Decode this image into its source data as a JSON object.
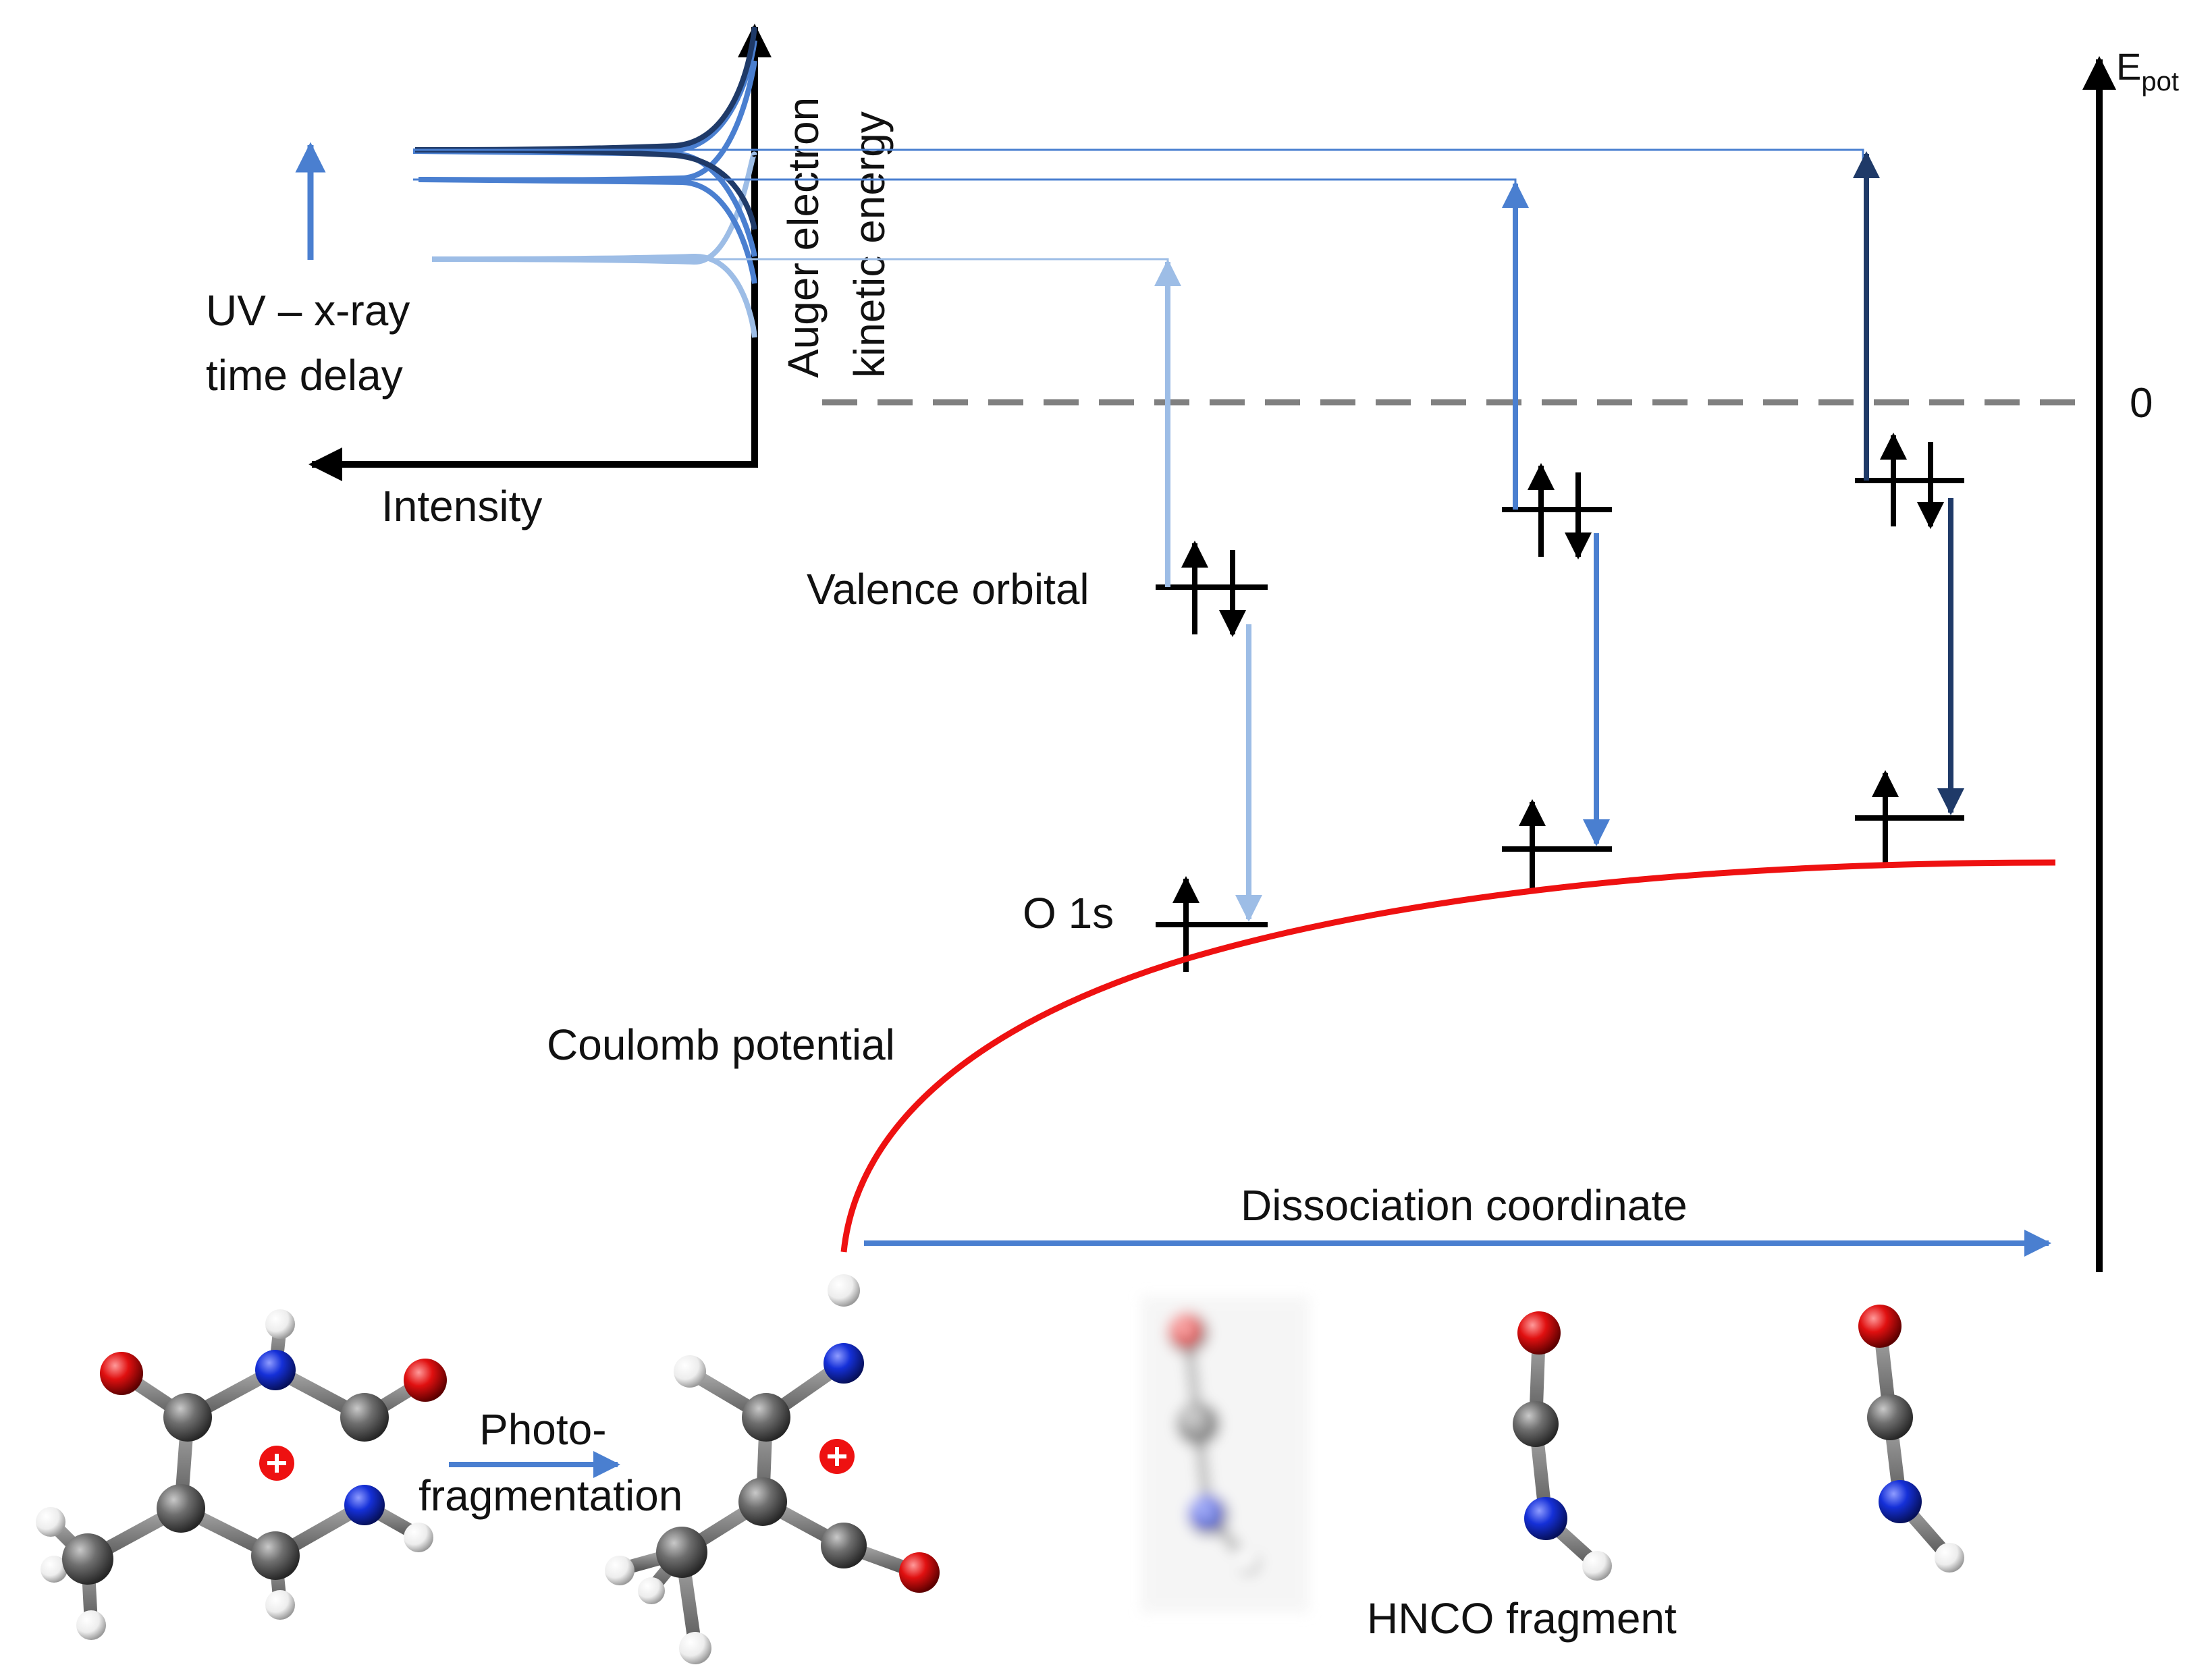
{
  "labels": {
    "epot_main": "E",
    "epot_sub": "pot",
    "zero": "0",
    "auger_line1": "Auger electron",
    "auger_line2": "kinetic energy",
    "delay_line1": "UV – x-ray",
    "delay_line2": "time delay",
    "intensity": "Intensity",
    "valence_orbital": "Valence orbital",
    "core_orbital": "O 1s",
    "coulomb_potential": "Coulomb potential",
    "dissociation_coordinate": "Dissociation coordinate",
    "photo_line1": "Photo-",
    "photo_line2": "fragmentation",
    "fragment": "HNCO fragment"
  },
  "colors": {
    "early": "#9dbde6",
    "mid": "#4a7fd0",
    "late": "#1f3a68",
    "coulomb": "#ee1111",
    "zero_line": "#808080",
    "carbon": "#6e6e6e",
    "nitrogen": "#1530d8",
    "oxygen": "#e01010",
    "hydrogen": "#f2f2f2"
  },
  "states": [
    {
      "name": "early",
      "color": "early"
    },
    {
      "name": "mid",
      "color": "mid"
    },
    {
      "name": "late",
      "color": "late"
    }
  ],
  "icons": [
    "charge-plus-icon",
    "photofragmentation-arrow-icon"
  ]
}
